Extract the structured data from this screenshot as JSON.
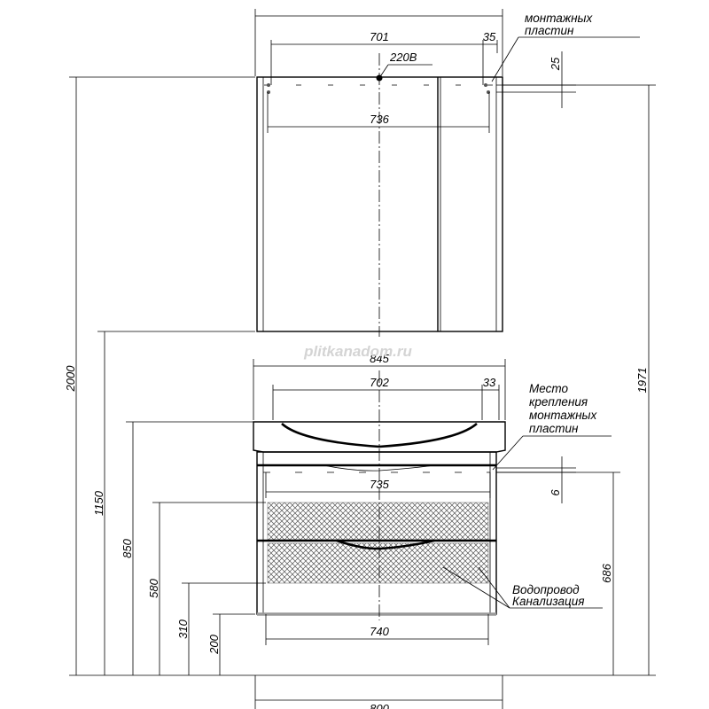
{
  "dimensions": {
    "mirror_plate_spacing": "701",
    "mirror_plate_offset": "35",
    "mirror_socket": "220В",
    "mirror_top_offset": "25",
    "mirror_inner_width": "736",
    "mirror_total_height": "2000",
    "vanity_width": "845",
    "vanity_plate_spacing": "702",
    "vanity_plate_offset": "33",
    "vanity_plate_height_offset": "6",
    "vanity_inner_width": "735",
    "vanity_height_686": "686",
    "height_1150": "1150",
    "height_850": "850",
    "height_580": "580",
    "height_310": "310",
    "height_200": "200",
    "vanity_bottom_width": "740",
    "overall_height": "1971",
    "bottom_width": "800"
  },
  "labels": {
    "mirror_plates_line1": "монтажных",
    "mirror_plates_line2": "пластин",
    "vanity_plates_line1": "Место",
    "vanity_plates_line2": "крепления",
    "vanity_plates_line3": "монтажных",
    "vanity_plates_line4": "пластин",
    "water": "Водопровод",
    "sewer": "Канализация"
  },
  "watermark": "plitkanadom.ru"
}
